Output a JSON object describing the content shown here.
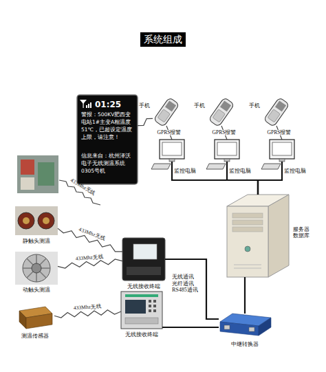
{
  "diagram": {
    "title": "系统组成",
    "nodes": [
      {
        "text": [
          "01:25",
          "警报：500KV肥西变电站1#主变A相温度51℃，已超设定温度上限，请注意！",
          "信息来自：杭州泽沃电子无线测温系统0305号机"
        ]
      },
      {
        "text": [
          "手机"
        ]
      },
      {
        "text": [
          "手机"
        ]
      },
      {
        "text": [
          "手机"
        ]
      },
      {
        "text": [
          "监控电脑"
        ]
      },
      {
        "text": [
          "监控电脑"
        ]
      },
      {
        "text": [
          "监控电脑"
        ]
      },
      {
        "text": [
          "服务器 数据库"
        ]
      },
      {
        "text": [
          "静触头测温"
        ]
      },
      {
        "text": [
          "动触头测温"
        ]
      },
      {
        "text": [
          "测温传感器"
        ]
      },
      {
        "text": [
          "无线接收终端"
        ]
      },
      {
        "text": [
          "无线接收终端"
        ]
      },
      {
        "text": [
          "中继转换器"
        ]
      }
    ],
    "edges": [
      {
        "from": 0,
        "to": 1,
        "arrow": "none"
      },
      {
        "from": 4,
        "to": 1,
        "label": "GPRS报警",
        "arrow": "none"
      },
      {
        "from": 5,
        "to": 2,
        "label": "GPRS报警",
        "arrow": "none"
      },
      {
        "from": 6,
        "to": 3,
        "label": "GPRS报警",
        "arrow": "none"
      },
      {
        "from": 4,
        "to": 7,
        "arrow": "none"
      },
      {
        "from": 5,
        "to": 7,
        "arrow": "none"
      },
      {
        "from": 6,
        "to": 7,
        "arrow": "none"
      },
      {
        "from": 8,
        "to": 11,
        "label": "433Mhz无线",
        "arrow": "none"
      },
      {
        "from": 9,
        "to": 11,
        "label": "433Mhz无线",
        "arrow": "none"
      },
      {
        "from": 10,
        "to": 12,
        "label": "433Mhz无线",
        "arrow": "none"
      },
      {
        "from": 11,
        "to": 13,
        "label": "无线通讯 光纤通讯 RS485通讯",
        "arrow": "none"
      },
      {
        "from": 12,
        "to": 13,
        "arrow": "none"
      },
      {
        "from": 13,
        "to": 7,
        "arrow": "none"
      }
    ],
    "labels": [
      "433Mhz无线"
    ]
  }
}
